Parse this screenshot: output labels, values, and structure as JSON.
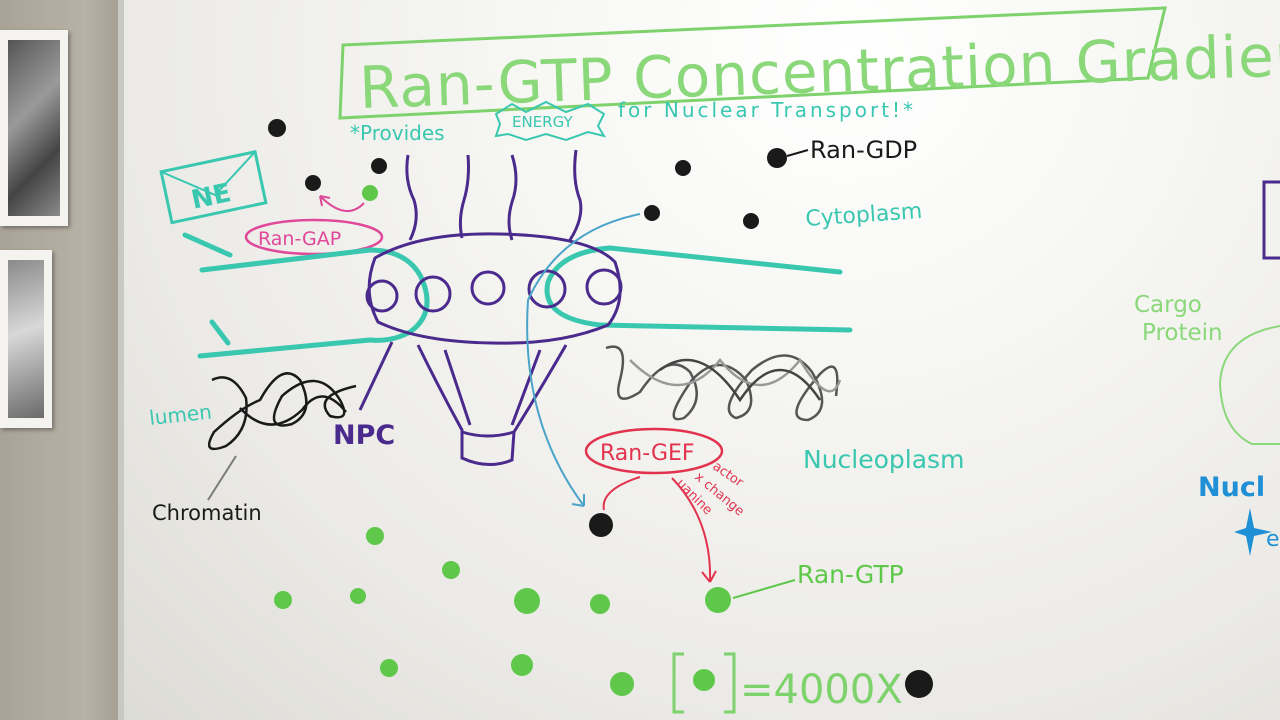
{
  "title": "Ran-GTP Concentration Gradient",
  "subtitle_prefix": "*Provides",
  "subtitle_energy": "ENERGY",
  "subtitle_suffix": "for Nuclear Transport!*",
  "labels": {
    "ne": "NE",
    "ran_gap": "Ran-GAP",
    "ran_gdp": "Ran-GDP",
    "cytoplasm": "Cytoplasm",
    "lumen": "lumen",
    "npc": "NPC",
    "chromatin": "Chromatin",
    "ran_gef": "Ran-GEF",
    "gef_factor": "actor",
    "gef_exchange": "x change",
    "gef_guanine": "uanine",
    "nucleoplasm": "Nucleoplasm",
    "ran_gtp": "Ran-GTP",
    "ratio": "=4000X",
    "cargo_protein_1": "Cargo",
    "cargo_protein_2": "Protein",
    "nucl_partial": "Nucl",
    "e_partial": "e"
  },
  "colors": {
    "green_light": "#7ed26b",
    "green_dot": "#5fc84a",
    "teal": "#39c7b0",
    "purple": "#4a2a8c",
    "pink": "#e0489a",
    "red": "#e2334e",
    "blue": "#1f8fd6",
    "black": "#1a1a1a",
    "gray": "#8c8c8c"
  }
}
